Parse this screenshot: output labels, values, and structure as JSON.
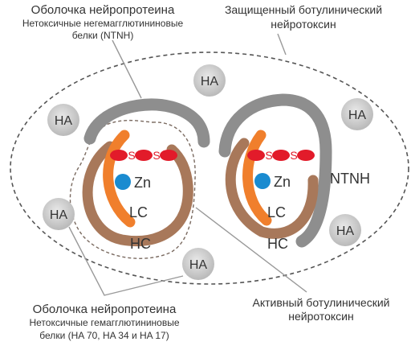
{
  "labels": {
    "top_left_title": "Оболочка нейропротеина",
    "top_left_sub1": "Нетоксичные негемагглютининовые",
    "top_left_sub2": "белки (NTNH)",
    "top_right_line1": "Защищенный ботулинический",
    "top_right_line2": "нейротоксин",
    "bottom_left_title": "Оболочка нейропротеина",
    "bottom_left_sub1": "Нетоксичные гемагглютининовые",
    "bottom_left_sub2": "белки (HA 70, HA 34 и HA 17)",
    "bottom_right_line1": "Активный ботулинический",
    "bottom_right_line2": "нейротоксин"
  },
  "ha_label": "HA",
  "zn_label": "Zn",
  "lc_label": "LC",
  "hc_label": "HC",
  "s_label": "S",
  "ntnh_label": "NTNH",
  "colors": {
    "ha_fill": "#c8c8c8",
    "ntnh_arc": "#8e8e8e",
    "lc_orange": "#f07f2c",
    "hc_brown": "#a8785a",
    "zn_blue": "#1a8bd0",
    "disulfide_red": "#e21b2a",
    "text": "#333333",
    "dashed": "#555555",
    "leader": "#999999"
  }
}
